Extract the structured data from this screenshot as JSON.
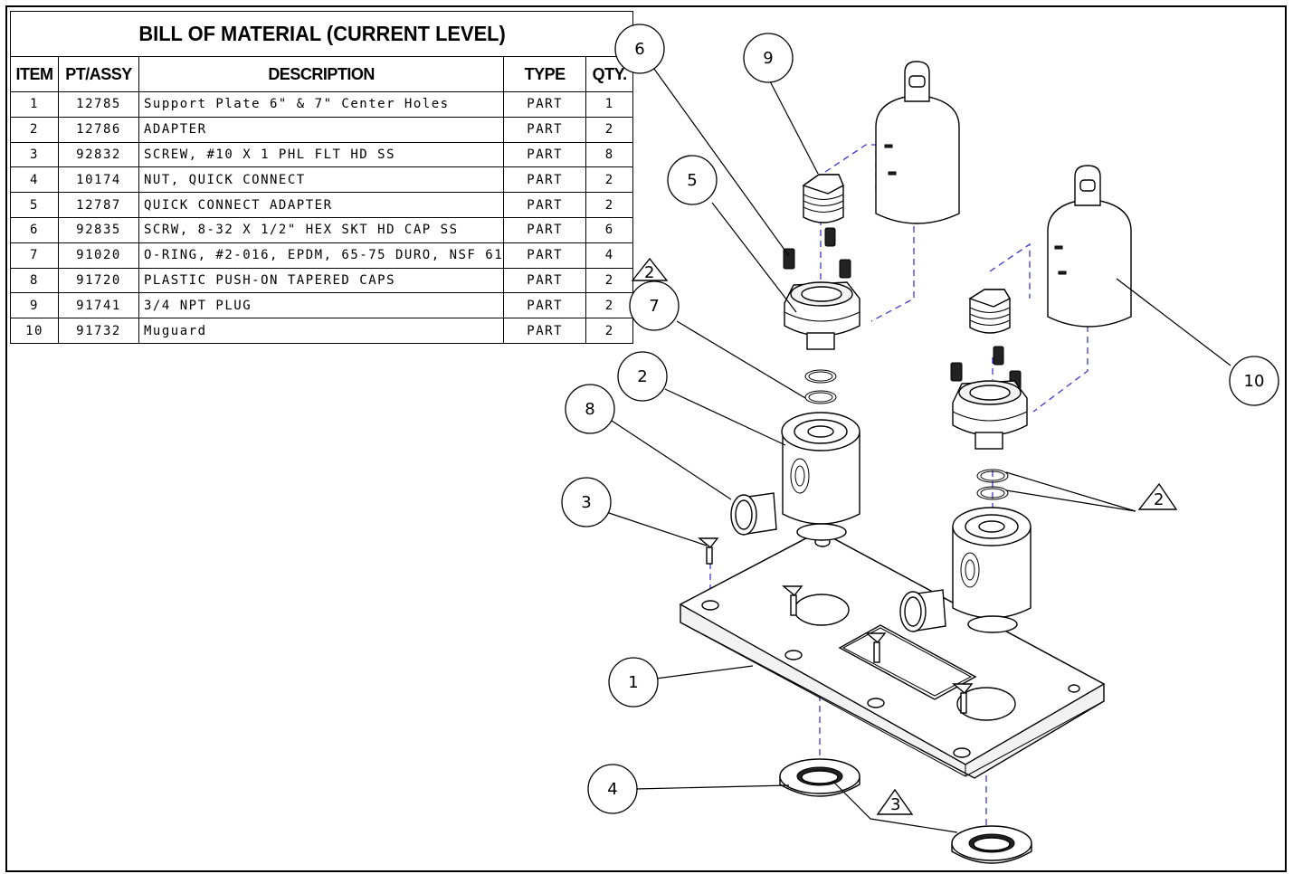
{
  "bom": {
    "title": "BILL OF MATERIAL (CURRENT LEVEL)",
    "headers": {
      "item": "ITEM",
      "pt_assy": "PT/ASSY",
      "description": "DESCRIPTION",
      "type": "TYPE",
      "qty": "QTY."
    },
    "rows": [
      {
        "item": "1",
        "pt": "12785",
        "desc": "Support Plate 6\" & 7\" Center Holes",
        "type": "PART",
        "qty": "1"
      },
      {
        "item": "2",
        "pt": "12786",
        "desc": "ADAPTER",
        "type": "PART",
        "qty": "2"
      },
      {
        "item": "3",
        "pt": "92832",
        "desc": "SCREW, #10 X 1  PHL FLT HD SS",
        "type": "PART",
        "qty": "8"
      },
      {
        "item": "4",
        "pt": "10174",
        "desc": "NUT, QUICK CONNECT",
        "type": "PART",
        "qty": "2"
      },
      {
        "item": "5",
        "pt": "12787",
        "desc": "QUICK CONNECT ADAPTER",
        "type": "PART",
        "qty": "2"
      },
      {
        "item": "6",
        "pt": "92835",
        "desc": "SCRW, 8-32 X 1/2\" HEX SKT HD CAP SS",
        "type": "PART",
        "qty": "6"
      },
      {
        "item": "7",
        "pt": "91020",
        "desc": "O-RING, #2-016, EPDM, 65-75 DURO, NSF 61",
        "type": "PART",
        "qty": "4"
      },
      {
        "item": "8",
        "pt": "91720",
        "desc": "PLASTIC PUSH-ON TAPERED CAPS",
        "type": "PART",
        "qty": "2"
      },
      {
        "item": "9",
        "pt": "91741",
        "desc": "3/4 NPT PLUG",
        "type": "PART",
        "qty": "2"
      },
      {
        "item": "10",
        "pt": "91732",
        "desc": "Muguard",
        "type": "PART",
        "qty": "2"
      }
    ]
  },
  "balloons": [
    {
      "id": "balloon-6",
      "label": "6"
    },
    {
      "id": "balloon-9",
      "label": "9"
    },
    {
      "id": "balloon-5",
      "label": "5"
    },
    {
      "id": "balloon-7",
      "label": "7"
    },
    {
      "id": "balloon-2",
      "label": "2"
    },
    {
      "id": "balloon-8",
      "label": "8"
    },
    {
      "id": "balloon-3",
      "label": "3"
    },
    {
      "id": "balloon-1",
      "label": "1"
    },
    {
      "id": "balloon-4",
      "label": "4"
    },
    {
      "id": "balloon-10",
      "label": "10"
    }
  ],
  "notes": [
    {
      "id": "note-triangle-2-left",
      "label": "2"
    },
    {
      "id": "note-triangle-2-right",
      "label": "2"
    },
    {
      "id": "note-triangle-3",
      "label": "3"
    }
  ]
}
